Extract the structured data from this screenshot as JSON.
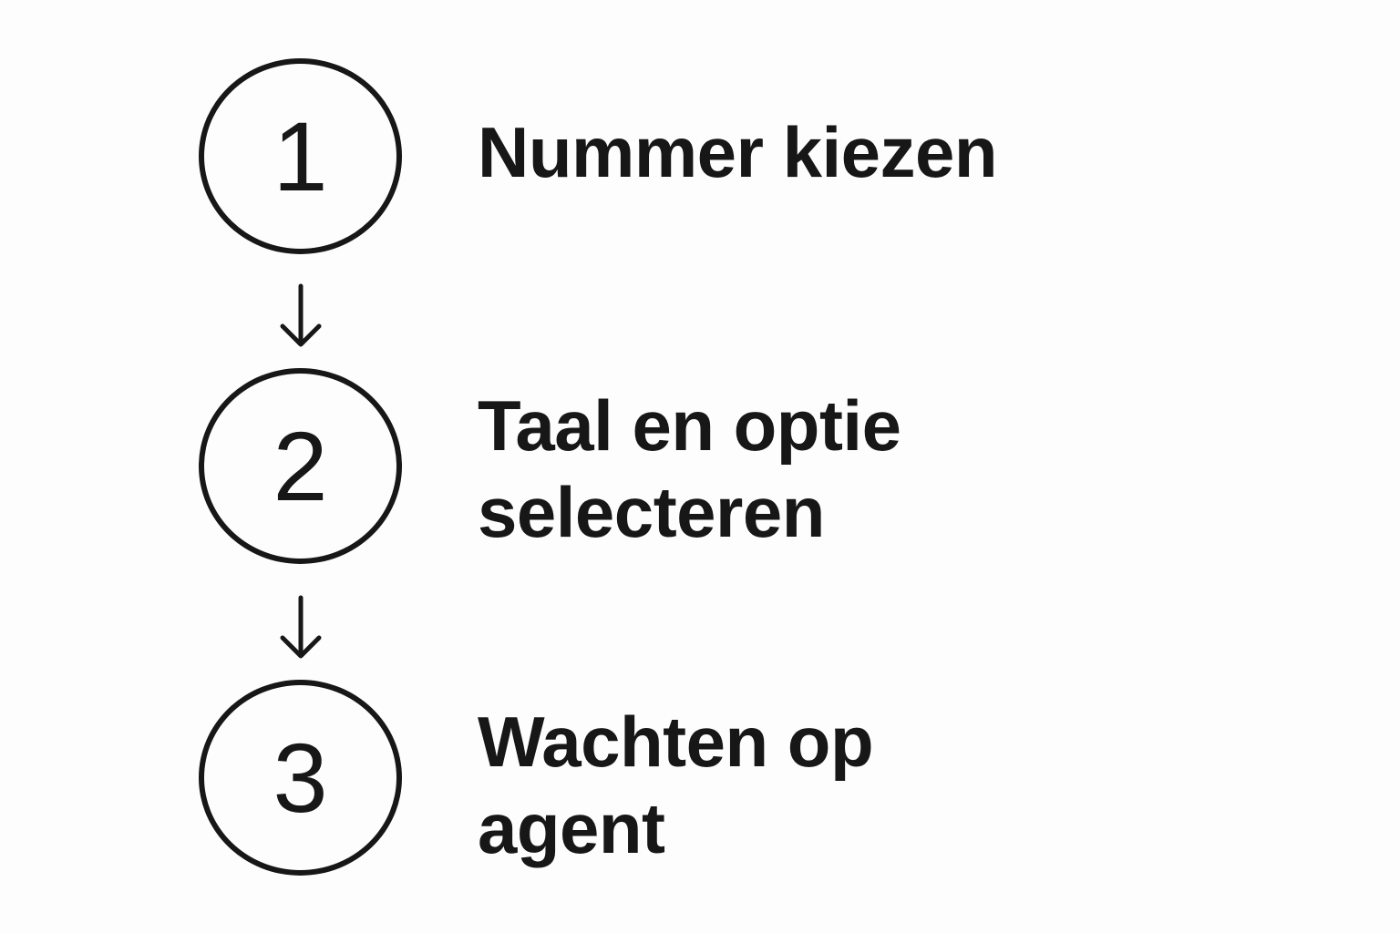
{
  "steps": [
    {
      "number": "1",
      "label": "Nummer kiezen"
    },
    {
      "number": "2",
      "label": "Taal en optie\nselecteren"
    },
    {
      "number": "3",
      "label": "Wachten op\nagent"
    }
  ],
  "colors": {
    "ink": "#171717",
    "background": "#fdfdfd"
  },
  "icons": {
    "connector": "arrow-down-icon"
  }
}
